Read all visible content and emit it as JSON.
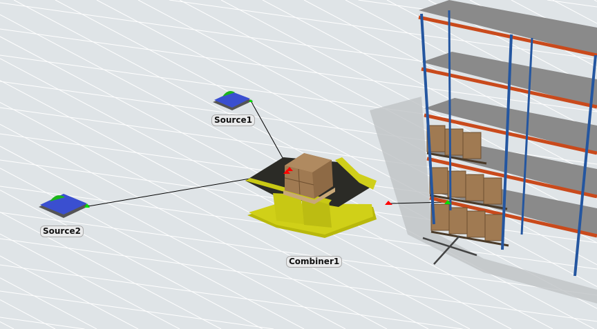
{
  "view": {
    "type": "3D model view"
  },
  "objects": [
    {
      "id": "source1",
      "label": "Source1",
      "type": "source"
    },
    {
      "id": "source2",
      "label": "Source2",
      "type": "source"
    },
    {
      "id": "combiner1",
      "label": "Combiner1",
      "type": "combiner"
    },
    {
      "id": "rack",
      "label": "",
      "type": "rack"
    }
  ],
  "colors": {
    "background": "#dfe4e7",
    "grid": "#ffffff",
    "source": "#3a4fd0",
    "combiner": "#c8c814",
    "rack_post": "#2456a0",
    "rack_beam": "#c94a1c",
    "shelf": "#8a8a8a",
    "box": "#a07a52",
    "input_port": "#ff0000",
    "output_port": "#00e000"
  }
}
